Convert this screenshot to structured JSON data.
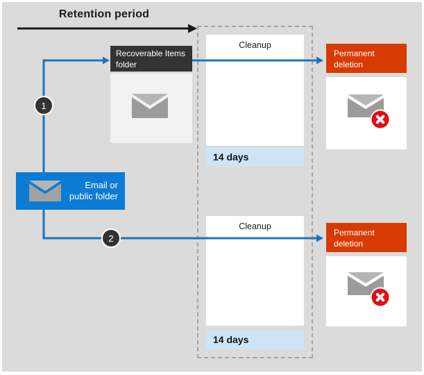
{
  "header": {
    "retention_label": "Retention period"
  },
  "source": {
    "label": "Email or public folder"
  },
  "recoverable": {
    "label": "Recoverable Items folder"
  },
  "cleanup_top": {
    "title": "Cleanup",
    "duration": "14 days"
  },
  "cleanup_bottom": {
    "title": "Cleanup",
    "duration": "14 days"
  },
  "deletion_top": {
    "label": "Permanent deletion"
  },
  "deletion_bottom": {
    "label": "Permanent deletion"
  },
  "steps": [
    {
      "number": "1"
    },
    {
      "number": "2"
    }
  ],
  "icons": {
    "source_icon": "envelope-icon",
    "recoverable_icon": "envelope-icon",
    "deleted_icon": "envelope-deleted-icon"
  },
  "colors": {
    "background": "#dbdbdb",
    "flow_blue": "#1e73b8",
    "box_blue": "#0b7bd4",
    "orange": "#d83b01",
    "dark": "#333333",
    "duration_bar": "#cfe4f7",
    "delete_red": "#e30b17",
    "envelope_flap": "#b5b5b5",
    "envelope_body": "#9b9b9b",
    "dashed_border": "#a3a3a3"
  }
}
